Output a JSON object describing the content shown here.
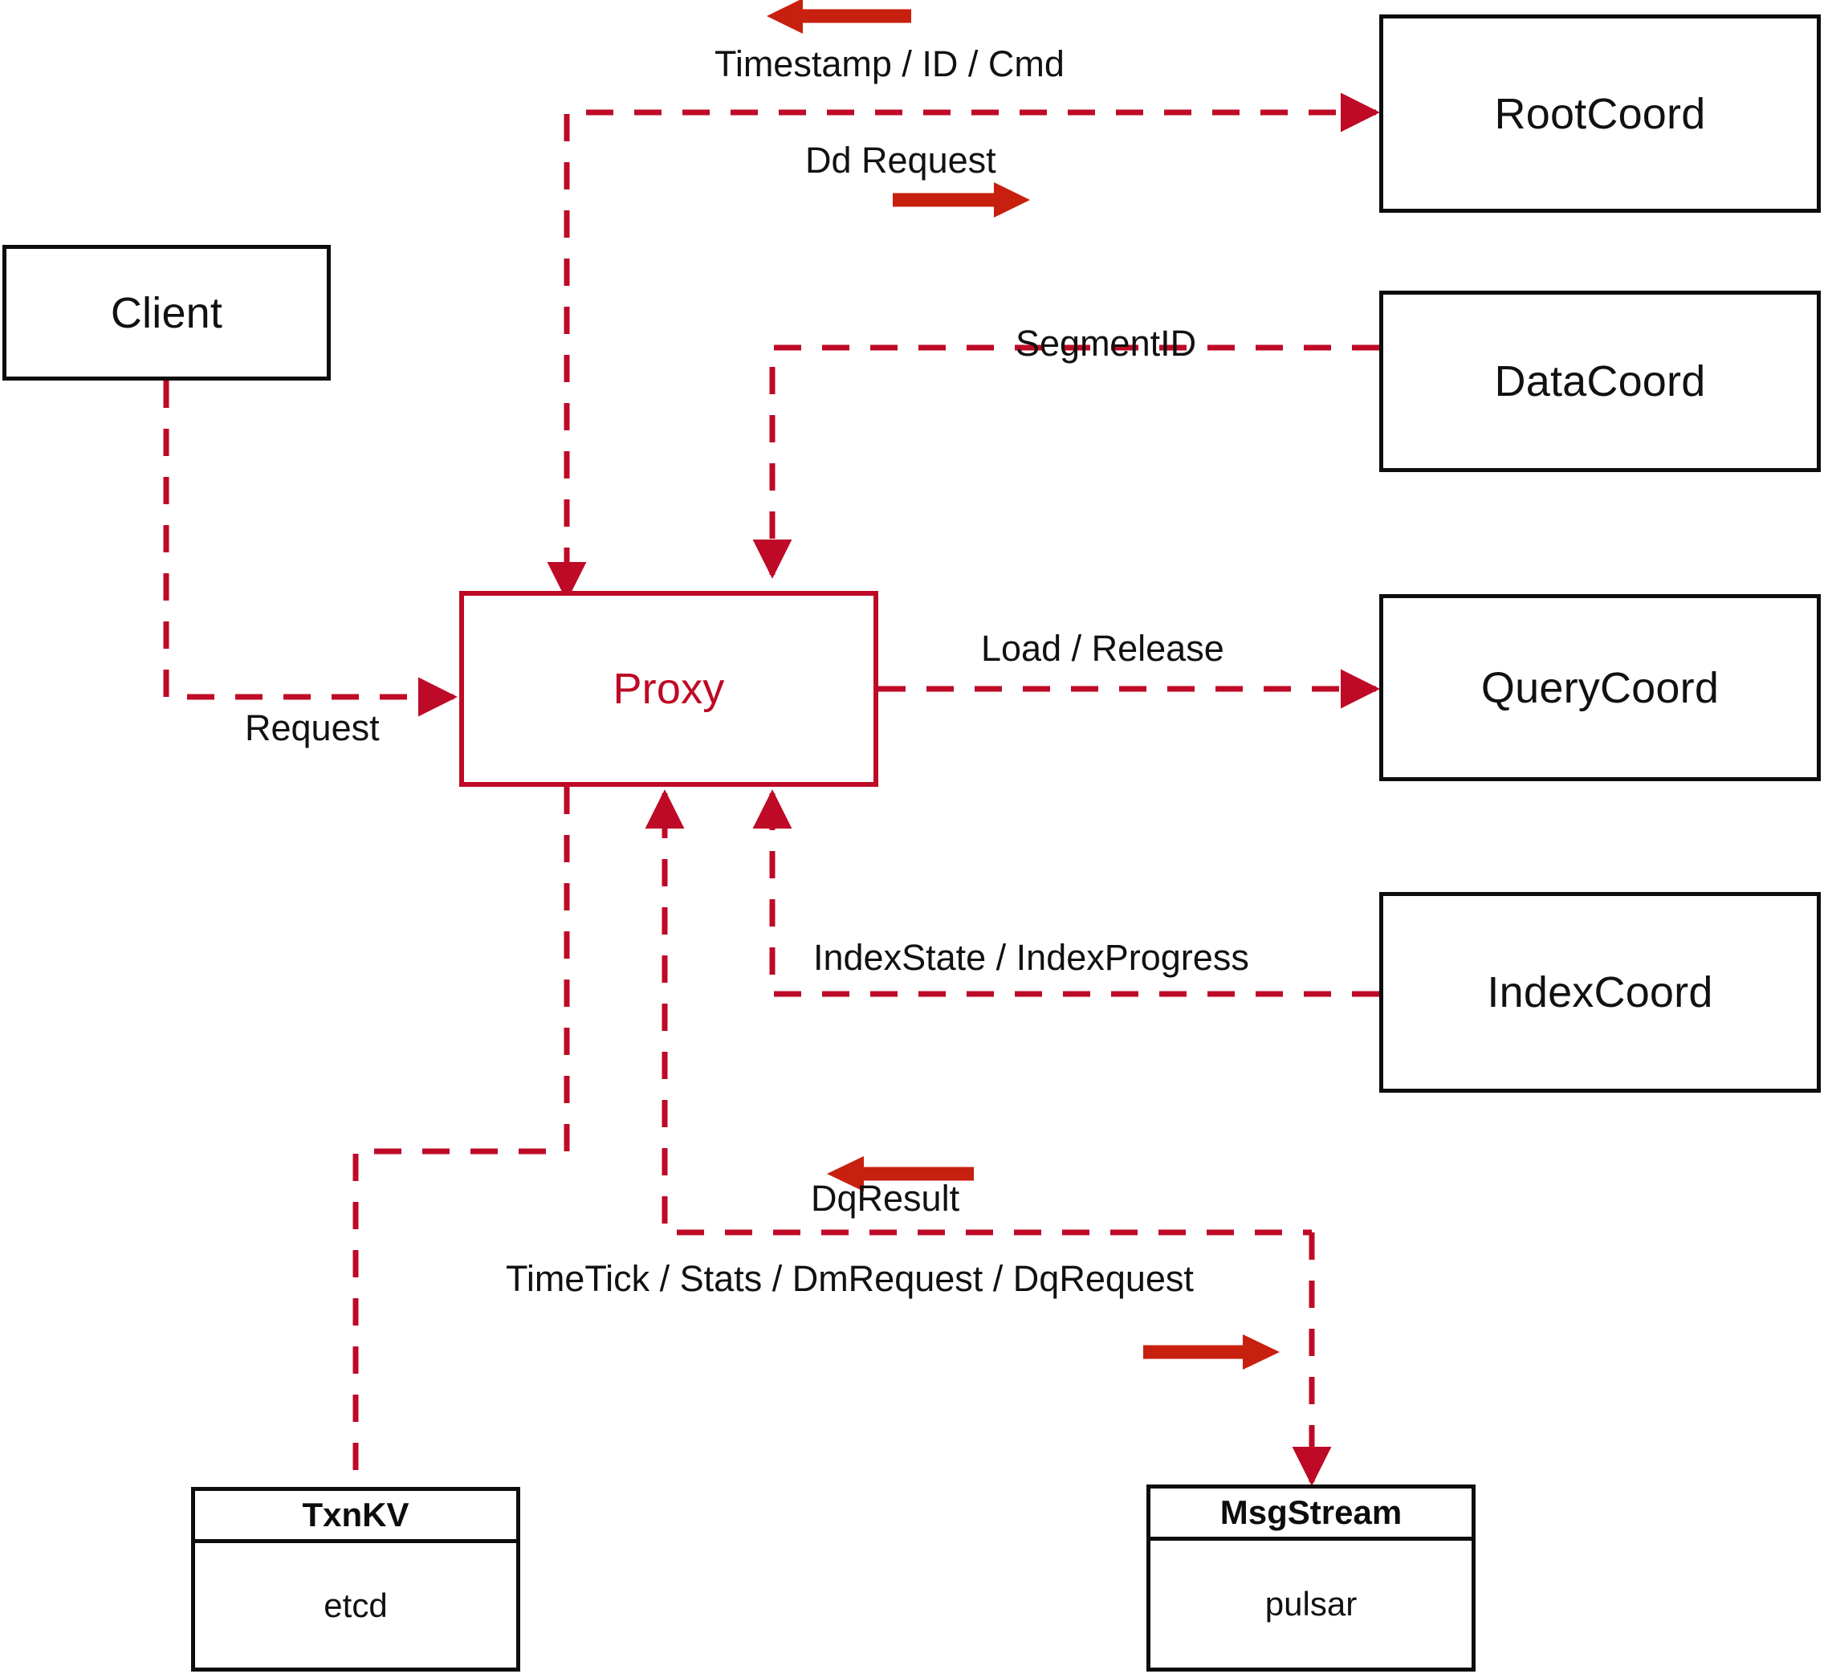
{
  "diagram": {
    "title": "Milvus Proxy interaction diagram",
    "colors": {
      "dashed_edge": "#BE0A26",
      "solid_arrow": "#C8200F",
      "node_border": "#0d0d0d",
      "proxy_border": "#BE0A26",
      "proxy_text": "#BE0A26",
      "background": "#ffffff"
    }
  },
  "nodes": {
    "client": {
      "label": "Client"
    },
    "proxy": {
      "label": "Proxy"
    },
    "root_coord": {
      "label": "RootCoord"
    },
    "data_coord": {
      "label": "DataCoord"
    },
    "query_coord": {
      "label": "QueryCoord"
    },
    "index_coord": {
      "label": "IndexCoord"
    },
    "txn_kv": {
      "header": "TxnKV",
      "body": "etcd"
    },
    "msg_stream": {
      "header": "MsgStream",
      "body": "pulsar"
    }
  },
  "edges": {
    "timestamp_id_cmd": "Timestamp / ID / Cmd",
    "dd_request": "Dd Request",
    "segment_id": "SegmentID",
    "request": "Request",
    "load_release": "Load / Release",
    "index_state_progress": "IndexState / IndexProgress",
    "dq_result": "DqResult",
    "timetick_stats": "TimeTick / Stats / DmRequest / DqRequest"
  }
}
